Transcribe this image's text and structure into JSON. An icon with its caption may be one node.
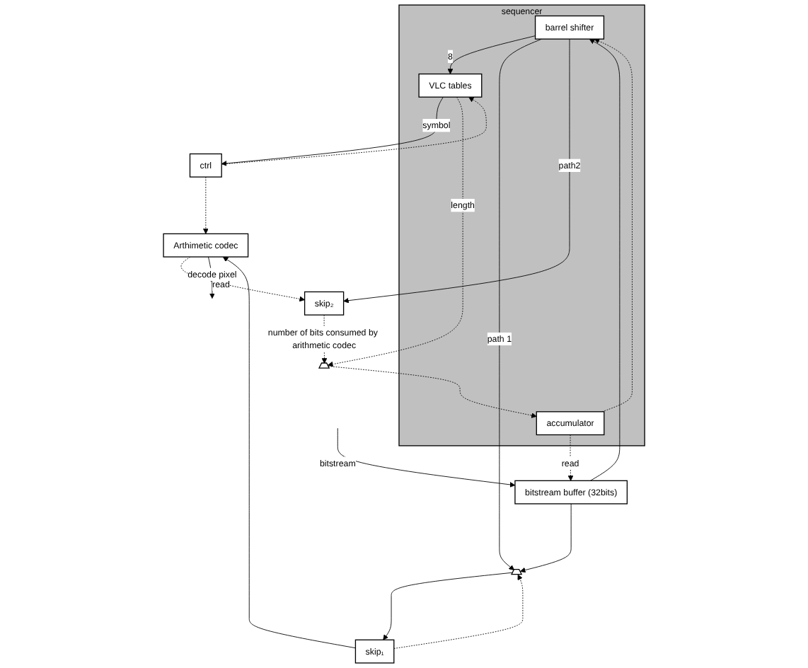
{
  "diagram": {
    "nodes": [
      {
        "text": [
          "sequencer"
        ]
      },
      {
        "text": [
          "bitstream buffer (32bits)"
        ]
      },
      {
        "text": [
          "barrel shifter"
        ],
        "in": 0
      },
      {
        "text": [
          "VLC tables"
        ],
        "in": 0
      },
      {
        "text": [
          "accumulator"
        ],
        "in": 0
      },
      {
        "text": [],
        "shape": "trapezoid"
      },
      {
        "text": [],
        "shape": "trapezoid"
      },
      {
        "text": [
          "skip₂"
        ]
      },
      {
        "text": [
          "skip₁"
        ]
      },
      {
        "text": [
          "ctrl"
        ]
      },
      {
        "text": [
          "Arthimetic codec"
        ]
      }
    ],
    "edges": [
      {
        "from": null,
        "to": 1,
        "arrow": "to",
        "label": "bitstream"
      },
      {
        "from": 1,
        "to": 2,
        "arrow": "to"
      },
      {
        "from": 1,
        "to": 5,
        "arrow": "to"
      },
      {
        "from": 2,
        "to": 3,
        "arrow": "to",
        "label": "8"
      },
      {
        "from": 2,
        "to": 5,
        "arrow": "to",
        "label": "path 1"
      },
      {
        "from": 2,
        "to": 7,
        "arrow": "to",
        "label": "path2"
      },
      {
        "from": 4,
        "to": 1,
        "arrow": "to",
        "label": "read",
        "style": "dashed"
      },
      {
        "from": 4,
        "to": 2,
        "arrow": "to",
        "style": "dashed"
      },
      {
        "from": 3,
        "to": 9,
        "arrow": "to",
        "label": "symbol"
      },
      {
        "from": 3,
        "to": 6,
        "arrow": "to",
        "label": "length",
        "style": "dashed"
      },
      {
        "from": 7,
        "to": 6,
        "arrow": "to",
        "label": "number of bits consumed by arithmetic codec",
        "style": "dashed"
      },
      {
        "from": 6,
        "to": 4,
        "arrow": "to",
        "style": "dashed"
      },
      {
        "from": 5,
        "to": 8,
        "arrow": "to"
      },
      {
        "from": 8,
        "to": 5,
        "arrow": "to",
        "style": "dashed"
      },
      {
        "from": 8,
        "to": 10,
        "arrow": "to"
      },
      {
        "from": 10,
        "to": 7,
        "arrow": "to",
        "label": "read",
        "style": "dashed"
      },
      {
        "from": 9,
        "to": 3,
        "arrow": "to",
        "style": "dashed"
      },
      {
        "from": 9,
        "to": 10,
        "arrow": "to",
        "style": "dashed"
      },
      {
        "from": 10,
        "to": null,
        "arrow": "to",
        "label": "decode pixel"
      }
    ]
  }
}
